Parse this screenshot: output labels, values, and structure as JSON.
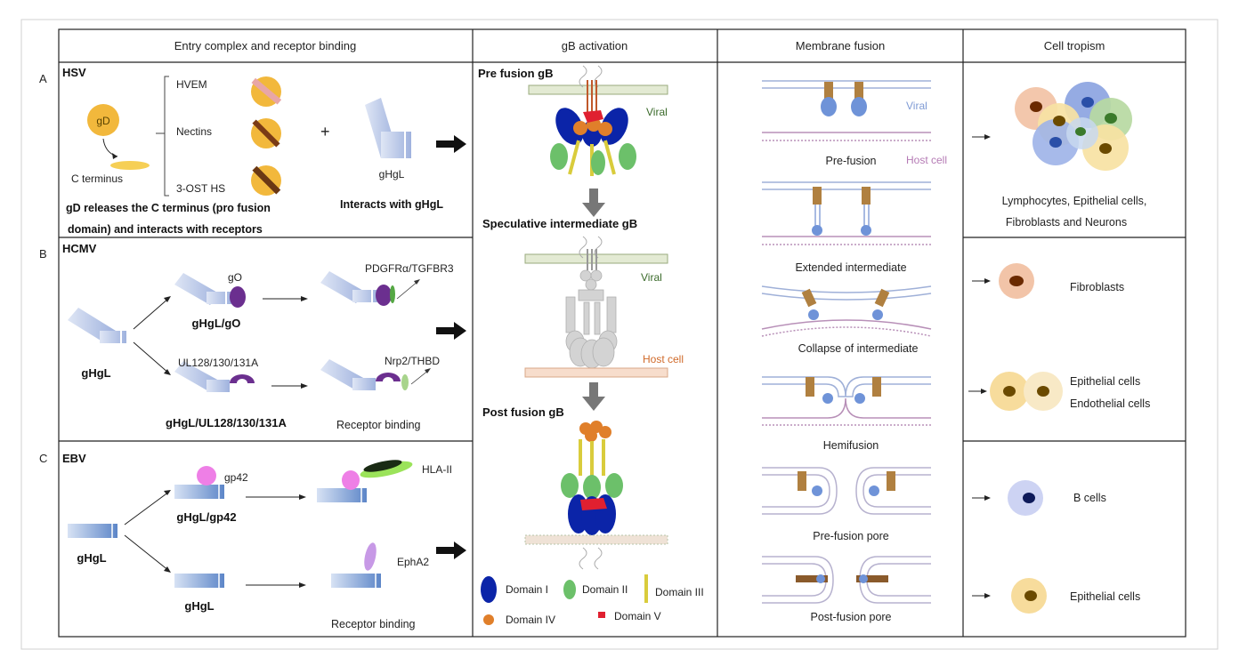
{
  "headers": {
    "entry": "Entry complex and receptor binding",
    "activation": "gB activation",
    "fusion": "Membrane fusion",
    "tropism": "Cell tropism"
  },
  "rows": {
    "A": "A",
    "B": "B",
    "C": "C"
  },
  "hsv": {
    "title": "HSV",
    "gd": "gD",
    "c_terminus": "C terminus",
    "receptors": [
      "HVEM",
      "Nectins",
      "3-OST HS"
    ],
    "plus": "+",
    "ghgl": "gHgL",
    "caption_line1": "gD releases the C terminus (pro fusion",
    "caption_line2": "domain) and interacts with receptors",
    "interacts": "Interacts with gHgL"
  },
  "hcmv": {
    "title": "HCMV",
    "go": "gO",
    "ghgl_go": "gHgL/gO",
    "pdgfr": "PDGFRα/TGFBR3",
    "ghgl": "gHgL",
    "ul128": "UL128/130/131A",
    "ghgl_ul": "gHgL/UL128/130/131A",
    "nrp2": "Nrp2/THBD",
    "receptor_binding": "Receptor binding"
  },
  "ebv": {
    "title": "EBV",
    "gp42": "gp42",
    "ghgl_gp42": "gHgL/gp42",
    "hla": "HLA-II",
    "ghgl": "gHgL",
    "ghgl2": "gHgL",
    "epha2": "EphA2",
    "receptor_binding": "Receptor binding"
  },
  "gb": {
    "pre": "Pre fusion gB",
    "viral1": "Viral",
    "speculative": "Speculative intermediate gB",
    "viral2": "Viral",
    "host": "Host cell",
    "post": "Post fusion gB",
    "legend": {
      "d1": "Domain I",
      "d2": "Domain II",
      "d3": "Domain III",
      "d4": "Domain IV",
      "d5": "Domain V"
    }
  },
  "fusion": {
    "viral": "Viral",
    "host": "Host cell",
    "stages": [
      "Pre-fusion",
      "Extended intermediate",
      "Collapse of intermediate",
      "Hemifusion",
      "Pre-fusion pore",
      "Post-fusion pore"
    ]
  },
  "tropism": {
    "hsv_line1": "Lymphocytes, Epithelial cells,",
    "hsv_line2": "Fibroblasts and Neurons",
    "fibroblasts": "Fibroblasts",
    "epithelial": "Epithelial cells",
    "endothelial": "Endothelial cells",
    "bcells": "B cells",
    "epithelial2": "Epithelial cells"
  },
  "colors": {
    "gd": "#f2b83c",
    "ghgl": "#b9c8e8",
    "go": "#6b2f8f",
    "gp42": "#ee7fe6",
    "d1": "#0b24a8",
    "d2": "#6cc06a",
    "d3": "#d9cc3c",
    "d4": "#e07f2a",
    "d5": "#e02030"
  }
}
